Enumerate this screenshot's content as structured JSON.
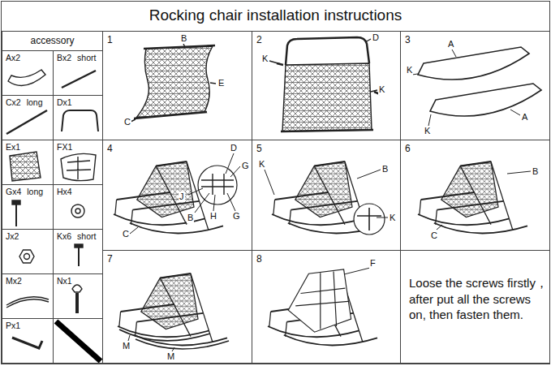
{
  "diagram": {
    "title": "Rocking chair installation  instructions",
    "nodes": [
      {
        "text": [
          "accessory"
        ]
      },
      {
        "text": [
          "Ax2"
        ],
        "in": 0
      },
      {
        "text": [
          "Bx2",
          "short"
        ],
        "in": 0
      },
      {
        "text": [
          "Cx2",
          "long"
        ],
        "in": 0
      },
      {
        "text": [
          "Dx1"
        ],
        "in": 0
      },
      {
        "text": [
          "Ex1"
        ],
        "in": 0
      },
      {
        "text": [
          "FX1"
        ],
        "in": 0
      },
      {
        "text": [
          "Gx4",
          "long"
        ],
        "in": 0
      },
      {
        "text": [
          "Hx4"
        ],
        "in": 0
      },
      {
        "text": [
          "Jx2"
        ],
        "in": 0
      },
      {
        "text": [
          "Kx6",
          "short"
        ],
        "in": 0
      },
      {
        "text": [
          "Mx2"
        ],
        "in": 0
      },
      {
        "text": [
          "Nx1"
        ],
        "in": 0
      },
      {
        "text": [
          "Px1"
        ],
        "in": 0
      },
      {
        "text": [
          "1"
        ]
      },
      {
        "text": [
          "2"
        ]
      },
      {
        "text": [
          "3"
        ]
      },
      {
        "text": [
          "4"
        ]
      },
      {
        "text": [
          "5"
        ]
      },
      {
        "text": [
          "6"
        ]
      },
      {
        "text": [
          "7"
        ]
      },
      {
        "text": [
          "8"
        ]
      },
      {
        "text": [
          "Loose the screws firstly，after put all the screws on, then fasten them."
        ]
      }
    ],
    "labels": [
      "B",
      "E",
      "C",
      "D",
      "K",
      "K",
      "A",
      "K",
      "A",
      "K",
      "D",
      "G",
      "J",
      "B",
      "H",
      "G",
      "C",
      "K",
      "B",
      "K",
      "B",
      "C",
      "M",
      "M",
      "F"
    ]
  }
}
